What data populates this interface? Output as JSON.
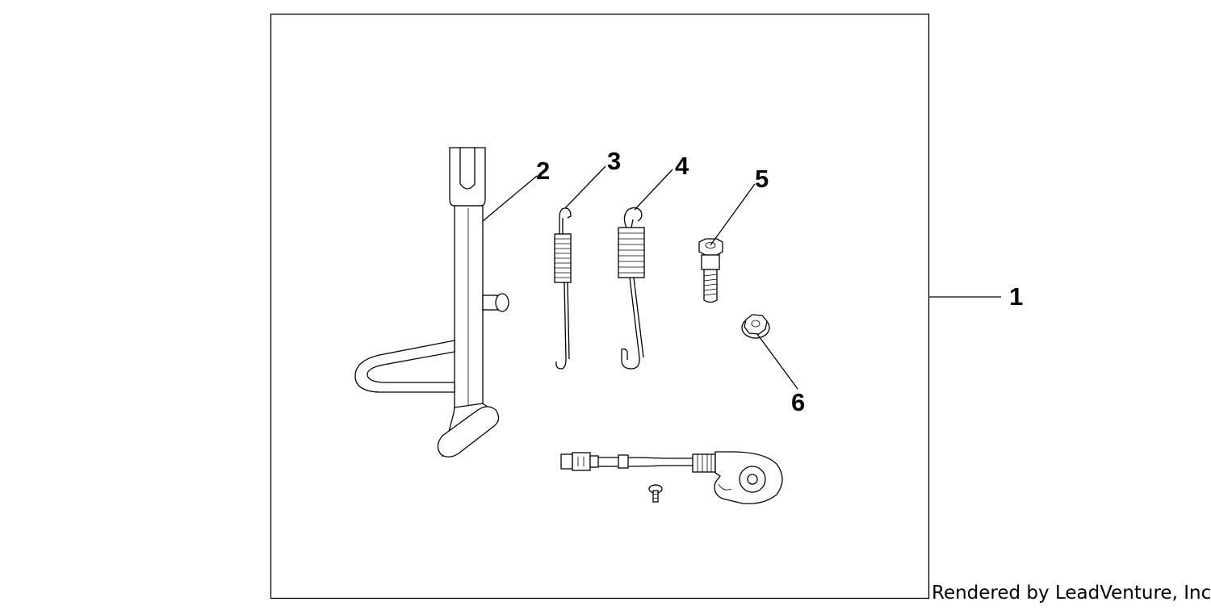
{
  "diagram": {
    "callouts": [
      {
        "id": "part-1",
        "label": "1"
      },
      {
        "id": "part-2",
        "label": "2"
      },
      {
        "id": "part-3",
        "label": "3"
      },
      {
        "id": "part-4",
        "label": "4"
      },
      {
        "id": "part-5",
        "label": "5"
      },
      {
        "id": "part-6",
        "label": "6"
      }
    ],
    "parts": [
      {
        "name": "kit-assembly",
        "icon": "frame-box"
      },
      {
        "name": "side-stand",
        "icon": "side-stand-drawing"
      },
      {
        "name": "spring-long",
        "icon": "spring-drawing"
      },
      {
        "name": "spring-short",
        "icon": "spring-drawing"
      },
      {
        "name": "bolt",
        "icon": "bolt-drawing"
      },
      {
        "name": "nut",
        "icon": "nut-drawing"
      },
      {
        "name": "stand-switch",
        "icon": "switch-drawing"
      },
      {
        "name": "screw",
        "icon": "screw-drawing"
      }
    ]
  },
  "credit": "Rendered by LeadVenture, Inc."
}
